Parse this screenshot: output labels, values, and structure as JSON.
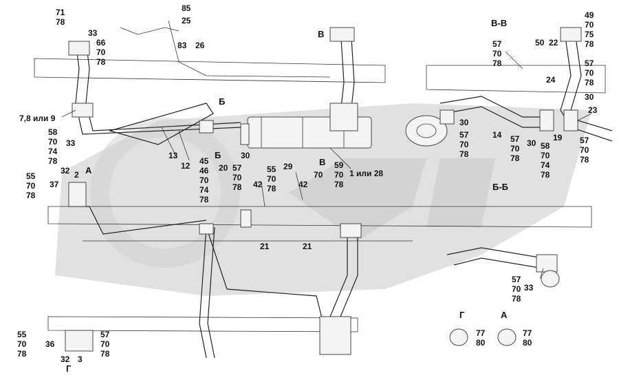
{
  "labels": [
    {
      "id": "l71",
      "text": "71"
    },
    {
      "id": "l78a",
      "text": "78"
    },
    {
      "id": "l33a",
      "text": "33"
    },
    {
      "id": "l66",
      "text": "66"
    },
    {
      "id": "l70a",
      "text": "70"
    },
    {
      "id": "l78b",
      "text": "78"
    },
    {
      "id": "l85",
      "text": "85"
    },
    {
      "id": "l25",
      "text": "25"
    },
    {
      "id": "l83",
      "text": "83"
    },
    {
      "id": "l26",
      "text": "26"
    },
    {
      "id": "l789",
      "text": "7,8 или 9"
    },
    {
      "id": "l58a",
      "text": "58"
    },
    {
      "id": "l70b",
      "text": "70"
    },
    {
      "id": "l74a",
      "text": "74"
    },
    {
      "id": "l78c",
      "text": "78"
    },
    {
      "id": "l33b",
      "text": "33"
    },
    {
      "id": "l13",
      "text": "13"
    },
    {
      "id": "l12",
      "text": "12"
    },
    {
      "id": "l45",
      "text": "45"
    },
    {
      "id": "l46",
      "text": "46"
    },
    {
      "id": "l70c",
      "text": "70"
    },
    {
      "id": "l74b",
      "text": "74"
    },
    {
      "id": "l78d",
      "text": "78"
    },
    {
      "id": "l20",
      "text": "20"
    },
    {
      "id": "l30a",
      "text": "30"
    },
    {
      "id": "l57a",
      "text": "57"
    },
    {
      "id": "l70d",
      "text": "70"
    },
    {
      "id": "l78e",
      "text": "78"
    },
    {
      "id": "l55a",
      "text": "55"
    },
    {
      "id": "l70e",
      "text": "70"
    },
    {
      "id": "l78f",
      "text": "78"
    },
    {
      "id": "l32a",
      "text": "32"
    },
    {
      "id": "l2",
      "text": "2"
    },
    {
      "id": "l37",
      "text": "37"
    },
    {
      "id": "l42a",
      "text": "42"
    },
    {
      "id": "l55b",
      "text": "55"
    },
    {
      "id": "l70f",
      "text": "70"
    },
    {
      "id": "l78g",
      "text": "78"
    },
    {
      "id": "l29",
      "text": "29"
    },
    {
      "id": "l42b",
      "text": "42"
    },
    {
      "id": "l70g",
      "text": "70"
    },
    {
      "id": "l59",
      "text": "59"
    },
    {
      "id": "l70h",
      "text": "70"
    },
    {
      "id": "l78h",
      "text": "78"
    },
    {
      "id": "l21a",
      "text": "21"
    },
    {
      "id": "l21b",
      "text": "21"
    },
    {
      "id": "l1or28",
      "text": "1 или 28"
    },
    {
      "id": "l50",
      "text": "50"
    },
    {
      "id": "l22",
      "text": "22"
    },
    {
      "id": "l57b",
      "text": "57"
    },
    {
      "id": "l70i",
      "text": "70"
    },
    {
      "id": "l78i",
      "text": "78"
    },
    {
      "id": "l49",
      "text": "49"
    },
    {
      "id": "l70j",
      "text": "70"
    },
    {
      "id": "l75",
      "text": "75"
    },
    {
      "id": "l78j",
      "text": "78"
    },
    {
      "id": "l57c",
      "text": "57"
    },
    {
      "id": "l70k",
      "text": "70"
    },
    {
      "id": "l78k",
      "text": "78"
    },
    {
      "id": "l24",
      "text": "24"
    },
    {
      "id": "l30b",
      "text": "30"
    },
    {
      "id": "l23",
      "text": "23"
    },
    {
      "id": "l30c",
      "text": "30"
    },
    {
      "id": "l57d",
      "text": "57"
    },
    {
      "id": "l70l",
      "text": "70"
    },
    {
      "id": "l78l",
      "text": "78"
    },
    {
      "id": "l14",
      "text": "14"
    },
    {
      "id": "l57e",
      "text": "57"
    },
    {
      "id": "l70m",
      "text": "70"
    },
    {
      "id": "l78m",
      "text": "78"
    },
    {
      "id": "l30d",
      "text": "30"
    },
    {
      "id": "l58b",
      "text": "58"
    },
    {
      "id": "l70n",
      "text": "70"
    },
    {
      "id": "l74c",
      "text": "74"
    },
    {
      "id": "l78n",
      "text": "78"
    },
    {
      "id": "l19",
      "text": "19"
    },
    {
      "id": "l57f",
      "text": "57"
    },
    {
      "id": "l70o",
      "text": "70"
    },
    {
      "id": "l78o",
      "text": "78"
    },
    {
      "id": "l57g",
      "text": "57"
    },
    {
      "id": "l70p",
      "text": "70"
    },
    {
      "id": "l78p",
      "text": "78"
    },
    {
      "id": "l33c",
      "text": "33"
    },
    {
      "id": "l55c",
      "text": "55"
    },
    {
      "id": "l70q",
      "text": "70"
    },
    {
      "id": "l78q",
      "text": "78"
    },
    {
      "id": "l36",
      "text": "36"
    },
    {
      "id": "l57h",
      "text": "57"
    },
    {
      "id": "l70r",
      "text": "70"
    },
    {
      "id": "l78r",
      "text": "78"
    },
    {
      "id": "l32b",
      "text": "32"
    },
    {
      "id": "l3",
      "text": "3"
    },
    {
      "id": "l77a",
      "text": "77"
    },
    {
      "id": "l80a",
      "text": "80"
    },
    {
      "id": "l77b",
      "text": "77"
    },
    {
      "id": "l80b",
      "text": "80"
    }
  ],
  "sections": [
    {
      "id": "sB1",
      "text": "Б"
    },
    {
      "id": "sB2",
      "text": "Б"
    },
    {
      "id": "sV1",
      "text": "В"
    },
    {
      "id": "sV2",
      "text": "В"
    },
    {
      "id": "sA1",
      "text": "А"
    },
    {
      "id": "sA2",
      "text": "А"
    },
    {
      "id": "sG1",
      "text": "Г"
    },
    {
      "id": "sG2",
      "text": "Г"
    },
    {
      "id": "sVV",
      "text": "В-В"
    },
    {
      "id": "sBB",
      "text": "Б-Б"
    }
  ]
}
